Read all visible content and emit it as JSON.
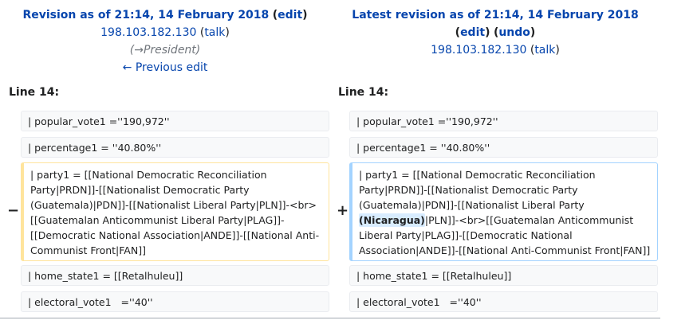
{
  "left": {
    "title": "Revision as of 21:14, 14 February 2018",
    "edit": "edit",
    "user": "198.103.182.130",
    "talk": "talk",
    "comment_arrow": "→",
    "comment": "President",
    "prev": "← Previous edit"
  },
  "right": {
    "title": "Latest revision as of 21:14, 14 February 2018",
    "edit": "edit",
    "undo": "undo",
    "user": "198.103.182.130",
    "talk": "talk"
  },
  "line_label_left": "Line 14:",
  "line_label_right": "Line 14:",
  "rows": {
    "pop": "| popular_vote1 =''190,972''",
    "pct": "| percentage1 = ''40.80%''",
    "home": "| home_state1 = [[Retalhuleu]]",
    "elec": "| electoral_vote1   =''40''"
  },
  "deleted_line": "| party1 = [[National Democratic Reconciliation Party|PRDN]]-[[Nationalist Democratic Party (Guatemala)|PDN]]-[[Nationalist Liberal Party|PLN]]-<br>[[Guatemalan Anticommunist Liberal Party|PLAG]]-[[Democratic National Association|ANDE]]-[[National Anti-Communist Front|FAN]]",
  "added_line": {
    "before": "| party1 = [[National Democratic Reconciliation Party|PRDN]]-[[Nationalist Democratic Party (Guatemala)|PDN]]-[[Nationalist Liberal Party ",
    "highlight": "(Nicaragua)",
    "after": "|PLN]]-<br>[[Guatemalan Anticommunist Liberal Party|PLAG]]-[[Democratic National Association|ANDE]]-[[National Anti-Communist Front|FAN]]"
  },
  "markers": {
    "minus": "−",
    "plus": "+"
  }
}
